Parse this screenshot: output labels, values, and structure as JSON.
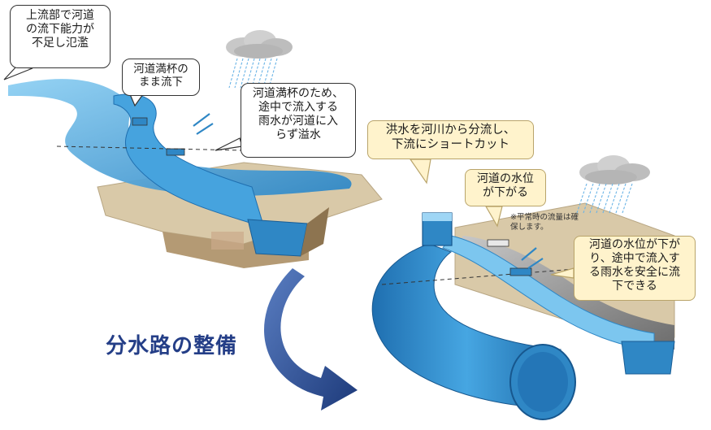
{
  "before": {
    "bubbles": [
      {
        "name": "bubble-upstream-overflow",
        "text": "上流部で河道\nの流下能力が\n不足し氾濫"
      },
      {
        "name": "bubble-channel-full",
        "text": "河道満杯の\nまま流下"
      },
      {
        "name": "bubble-inland-flooding",
        "text": "河道満杯のため、\n途中で流入する\n雨水が河道に入\nらず溢水"
      }
    ]
  },
  "center": {
    "title": "分水路の整備"
  },
  "after": {
    "bubbles": [
      {
        "name": "bubble-diversion-shortcut",
        "text": "洪水を河川から分流し、\n下流にショートカット"
      },
      {
        "name": "bubble-water-level-drops",
        "text": "河道の水位\nが下がる"
      },
      {
        "name": "bubble-safe-drainage",
        "text": "河道の水位が下が\nり、途中で流入す\nる雨水を安全に流\n下できる"
      }
    ],
    "note": "※平常時の流量は確\n保します。"
  },
  "colors": {
    "water_dark": "#2f87c5",
    "water_light": "#7cc6ef",
    "bank_tan": "#d9c9a8",
    "arrow_navy": "#2a4b8f",
    "bubble_yellow": "#fff3cc",
    "rain": "#6bb4e6",
    "title_navy": "#243e87"
  }
}
